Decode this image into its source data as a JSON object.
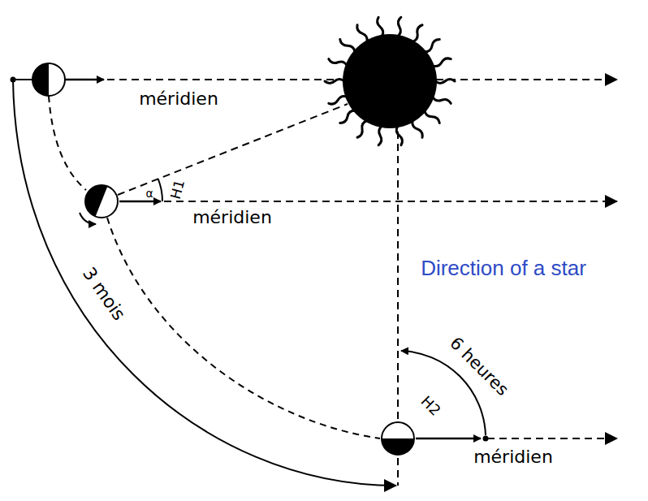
{
  "diagram": {
    "labels": [
      "méridien",
      "α",
      "H1",
      "méridien",
      "Direction of a star",
      "6 heures",
      "H2",
      "3 mois",
      "méridien"
    ]
  }
}
